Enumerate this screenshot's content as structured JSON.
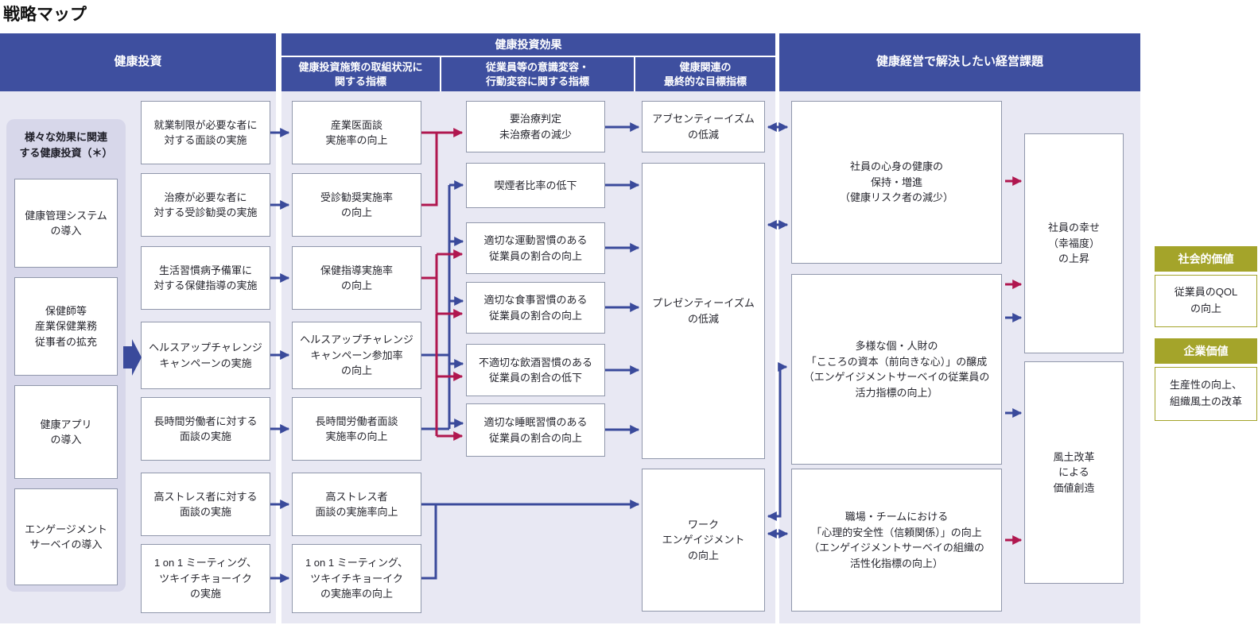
{
  "title": "戦略マップ",
  "colors": {
    "header_blue": "#3e4f9f",
    "panel_bg": "#e8e8f3",
    "sidebar_bg": "#d7d7ea",
    "arrow_blue": "#3a4a9b",
    "arrow_red": "#b0174f",
    "olive": "#a4a42a"
  },
  "headers": {
    "investment": "健康投資",
    "effects": "健康投資効果",
    "effects_sub_process": "健康投資施策の取組状況に\n関する指標",
    "effects_sub_behavior": "従業員等の意識変容・\n行動変容に関する指標",
    "effects_sub_outcome": "健康関連の\n最終的な目標指標",
    "issues": "健康経営で解決したい経営課題"
  },
  "sidebar": {
    "title": "様々な効果に関連\nする健康投資（＊）",
    "items": [
      "健康管理システム\nの導入",
      "保健師等\n産業保健業務\n従事者の拡充",
      "健康アプリ\nの導入",
      "エンゲージメント\nサーベイの導入"
    ]
  },
  "investment_actions": [
    "就業制限が必要な者に\n対する面談の実施",
    "治療が必要な者に\n対する受診勧奨の実施",
    "生活習慣病予備軍に\n対する保健指導の実施",
    "ヘルスアップチャレンジ\nキャンペーンの実施",
    "長時間労働者に対する\n面談の実施",
    "高ストレス者に対する\n面談の実施",
    "1 on 1 ミーティング、\nツキイチキョーイク\nの実施"
  ],
  "process_indicators": [
    "産業医面談\n実施率の向上",
    "受診勧奨実施率\nの向上",
    "保健指導実施率\nの向上",
    "ヘルスアップチャレンジ\nキャンペーン参加率\nの向上",
    "長時間労働者面談\n実施率の向上",
    "高ストレス者\n面談の実施率向上",
    "1 on 1 ミーティング、\nツキイチキョーイク\nの実施率の向上"
  ],
  "behavior_indicators": [
    "要治療判定\n未治療者の減少",
    "喫煙者比率の低下",
    "適切な運動習慣のある\n従業員の割合の向上",
    "適切な食事習慣のある\n従業員の割合の向上",
    "不適切な飲酒習慣のある\n従業員の割合の低下",
    "適切な睡眠習慣のある\n従業員の割合の向上"
  ],
  "outcome_indicators": [
    "アブセンティーイズム\nの低減",
    "プレゼンティーイズム\nの低減",
    "ワーク\nエンゲイジメント\nの向上"
  ],
  "management_issues": [
    "社員の心身の健康の\n保持・増進\n（健康リスク者の減少）",
    "多様な個・人財の\n「こころの資本（前向きな心）」の醸成\n（エンゲイジメントサーベイの従業員の\n活力指標の向上）",
    "職場・チームにおける\n「心理的安全性（信頼関係）」の向上\n（エンゲイジメントサーベイの組織の\n活性化指標の向上）"
  ],
  "value_outcomes": [
    "社員の幸せ\n（幸福度）\nの上昇",
    "風土改革\nによる\n価値創造"
  ],
  "values_panel": {
    "social_label": "社会的価値",
    "social_desc": "従業員のQOL\nの向上",
    "corporate_label": "企業価値",
    "corporate_desc": "生産性の向上、\n組織風土の改革"
  }
}
